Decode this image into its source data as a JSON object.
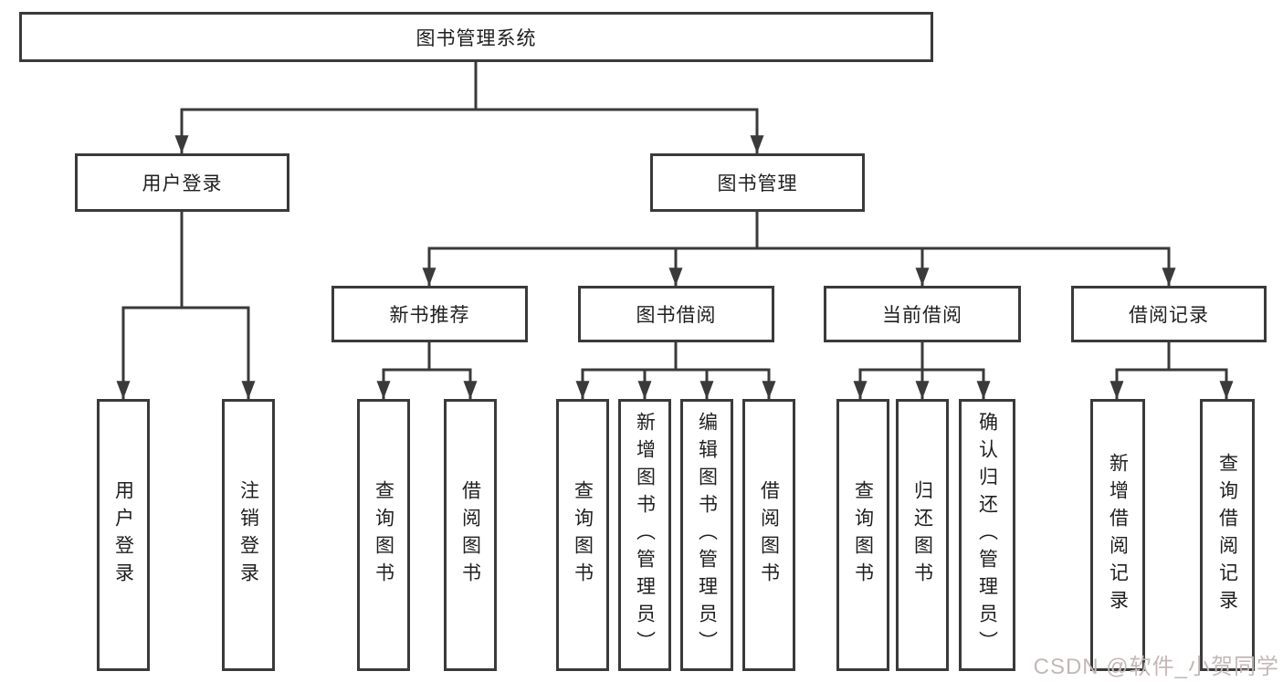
{
  "diagram": {
    "title": "图书管理系统",
    "root": {
      "label": "图书管理系统"
    },
    "level2": [
      {
        "label": "用户登录"
      },
      {
        "label": "图书管理"
      }
    ],
    "level3": [
      {
        "label": "新书推荐",
        "parent": "图书管理"
      },
      {
        "label": "图书借阅",
        "parent": "图书管理"
      },
      {
        "label": "当前借阅",
        "parent": "图书管理"
      },
      {
        "label": "借阅记录",
        "parent": "图书管理"
      }
    ],
    "leaves": [
      {
        "label": "用户登录",
        "parent": "用户登录"
      },
      {
        "label": "注销登录",
        "parent": "用户登录"
      },
      {
        "label": "查询图书",
        "parent": "新书推荐"
      },
      {
        "label": "借阅图书",
        "parent": "新书推荐"
      },
      {
        "label": "查询图书",
        "parent": "图书借阅"
      },
      {
        "label": "新增图书（管理员）",
        "parent": "图书借阅"
      },
      {
        "label": "编辑图书（管理员）",
        "parent": "图书借阅"
      },
      {
        "label": "借阅图书",
        "parent": "图书借阅"
      },
      {
        "label": "查询图书",
        "parent": "当前借阅"
      },
      {
        "label": "归还图书",
        "parent": "当前借阅"
      },
      {
        "label": "确认归还（管理员）",
        "parent": "当前借阅"
      },
      {
        "label": "新增借阅记录",
        "parent": "借阅记录"
      },
      {
        "label": "查询借阅记录",
        "parent": "借阅记录"
      }
    ]
  },
  "watermark": {
    "text": "CSDN @软件_小贺同学"
  },
  "colors": {
    "line": "#3a3a3a",
    "box_border": "#3a3a3a",
    "box_fill": "#ffffff",
    "text": "#1f1f1f",
    "watermark": "#c4b7b7",
    "background": "#ffffff"
  }
}
